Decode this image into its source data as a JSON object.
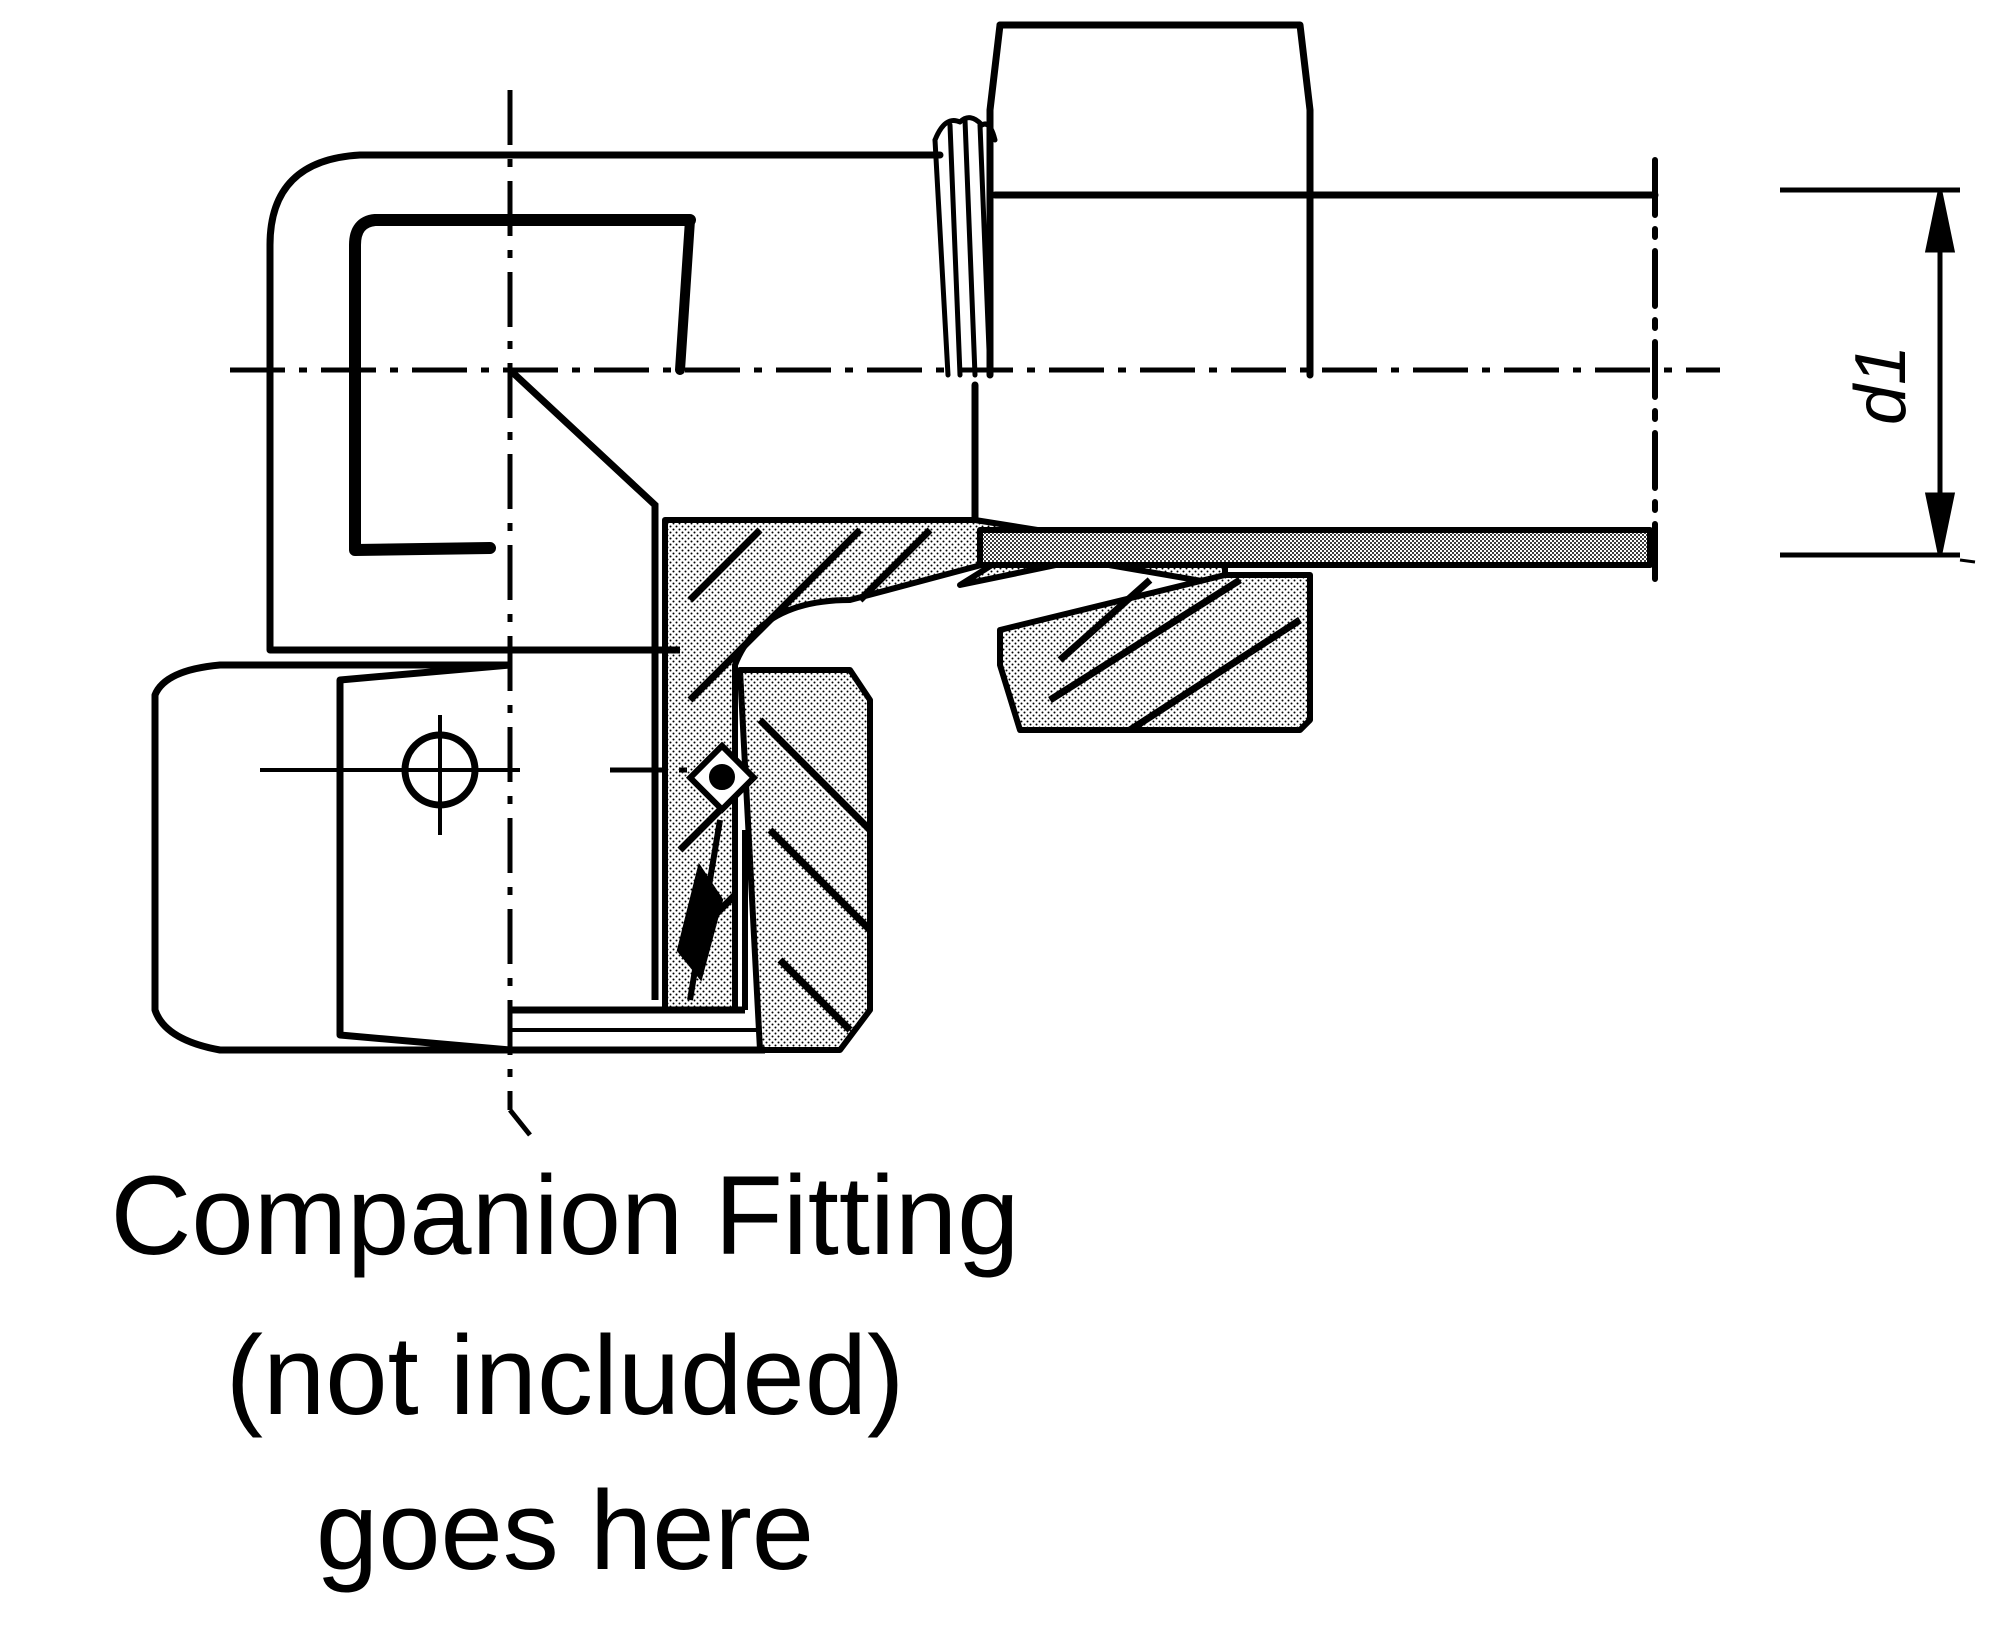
{
  "diagram": {
    "dimension_label": "d1",
    "caption": {
      "line1": "Companion Fitting",
      "line2": "(not included)",
      "line3": "goes here"
    }
  },
  "colors": {
    "ink": "#000000",
    "paper": "#ffffff",
    "hatch_fill": "#d8d8d8"
  }
}
